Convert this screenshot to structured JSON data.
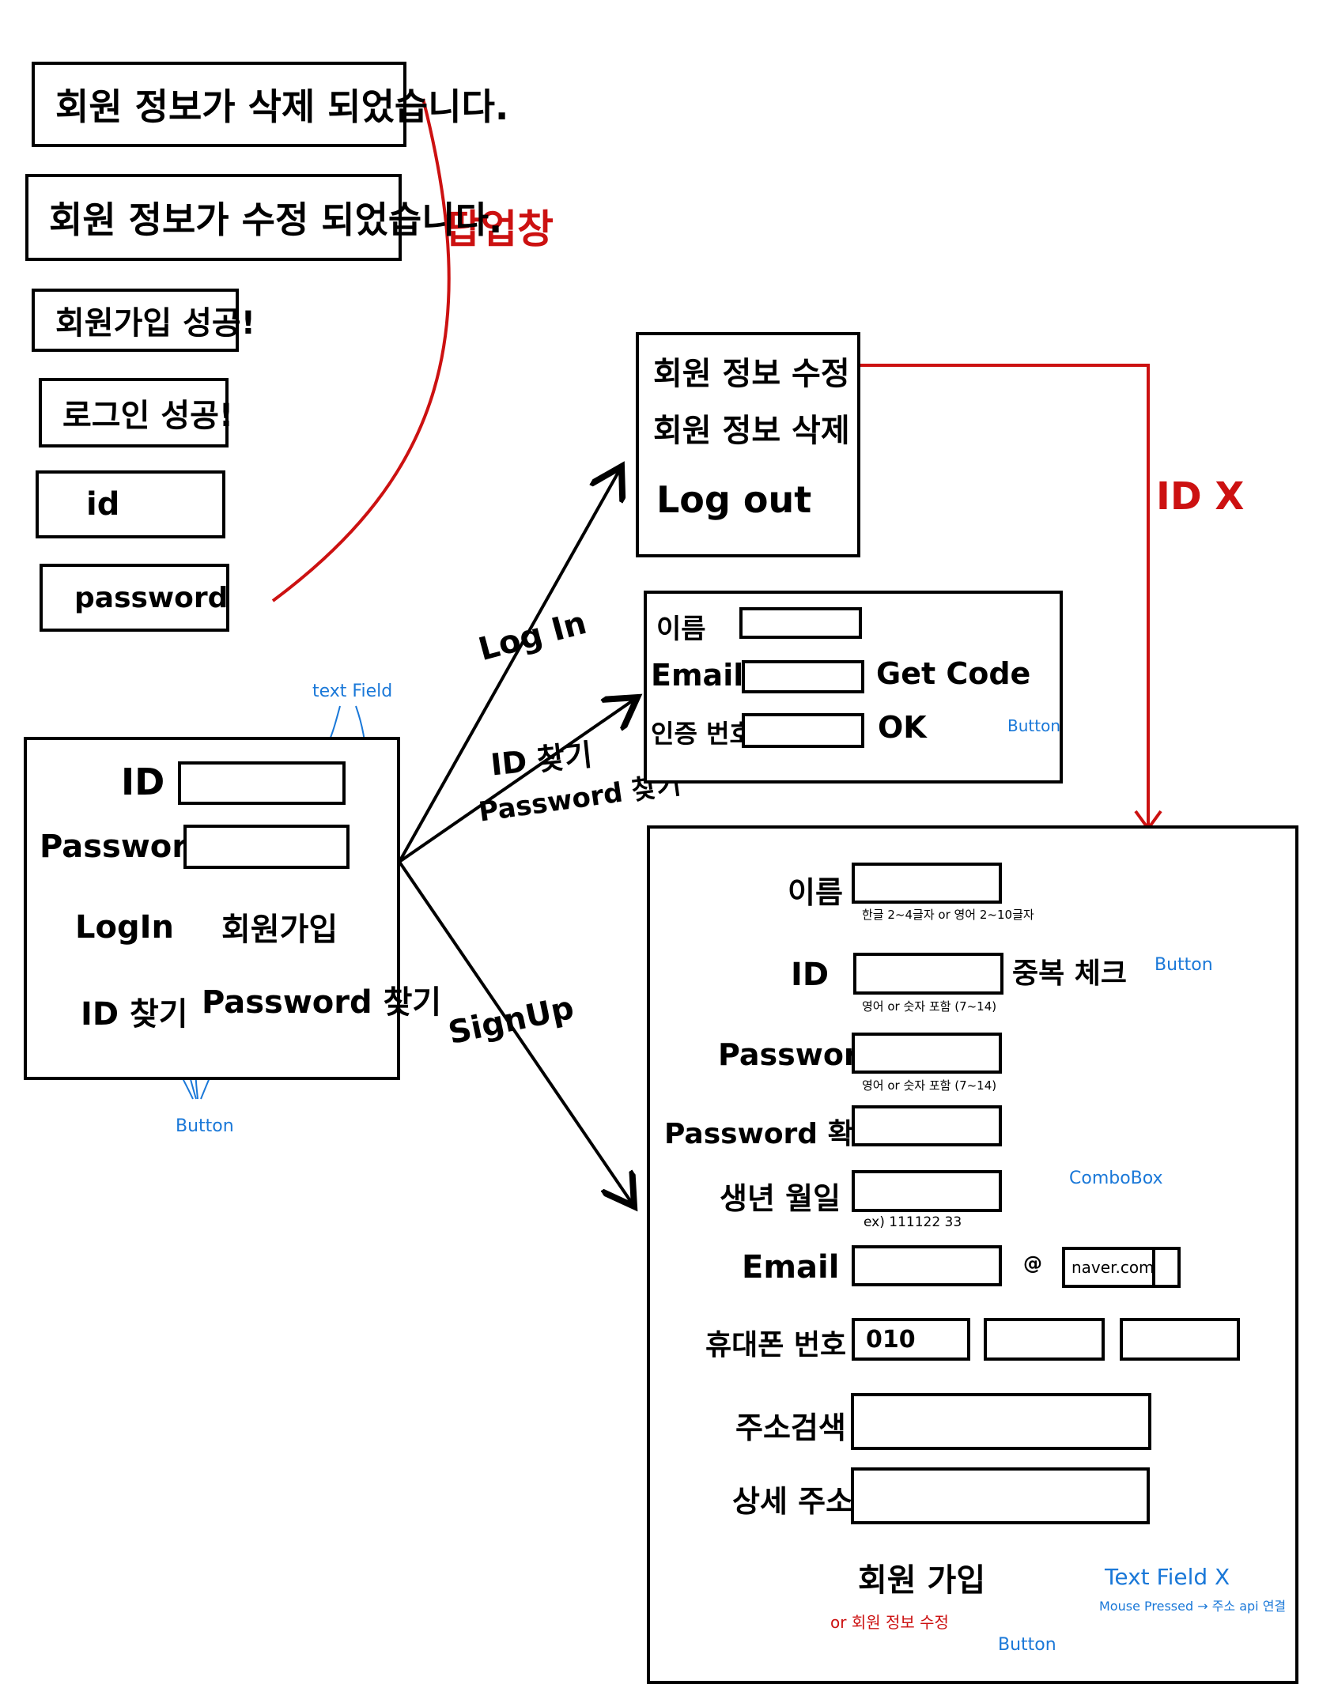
{
  "popups": {
    "group_label": "팝업창",
    "items": [
      "회원 정보가 삭제 되었습니다.",
      "회원 정보가 수정 되었습니다.",
      "회원가입 성공!",
      "로그인 성공!",
      "id",
      "password"
    ]
  },
  "login_screen": {
    "id_label": "ID",
    "password_label": "Password",
    "login_button": "LogIn",
    "signup_button": "회원가입",
    "find_id_button": "ID 찾기",
    "find_password_button": "Password 찾기",
    "annotation_text_field": "text Field",
    "annotation_button": "Button"
  },
  "flows": {
    "login": "Log In",
    "find_line1": "ID 찾기",
    "find_line2": "Password 찾기",
    "signup": "SignUp",
    "id_x": "ID X"
  },
  "user_menu": {
    "items": [
      "회원 정보 수정",
      "회원 정보 삭제",
      "Log out"
    ]
  },
  "find_screen": {
    "name_label": "이름",
    "email_label": "Email",
    "code_label": "인증 번호",
    "get_code_button": "Get Code",
    "ok_button": "OK",
    "annotation_button": "Button"
  },
  "signup_screen": {
    "name_label": "이름",
    "name_hint": "한글 2~4글자 or 영어 2~10글자",
    "id_label": "ID",
    "id_hint": "영어 or 숫자 포함 (7~14)",
    "dup_check_button": "중복 체크",
    "dup_annotation": "Button",
    "password_label": "Password",
    "password_hint": "영어 or 숫자 포함 (7~14)",
    "password_confirm_label": "Password 확인",
    "birth_label": "생년 월일",
    "birth_hint": "ex) 111122 33",
    "email_label": "Email",
    "at_symbol": "@",
    "email_domain": "naver.com",
    "combobox_annotation": "ComboBox",
    "phone_label": "휴대폰 번호",
    "phone_prefix": "010",
    "address_search_label": "주소검색",
    "address_detail_label": "상세 주소",
    "submit_button": "회원 가입",
    "submit_alt": "or 회원 정보 수정",
    "submit_annotation": "Button",
    "textfield_annotation": "Text Field X",
    "textfield_note": "Mouse Pressed → 주소 api 연결"
  },
  "colors": {
    "ink": "#000000",
    "note_blue": "#1a78d8",
    "flow_red": "#cc1111"
  }
}
